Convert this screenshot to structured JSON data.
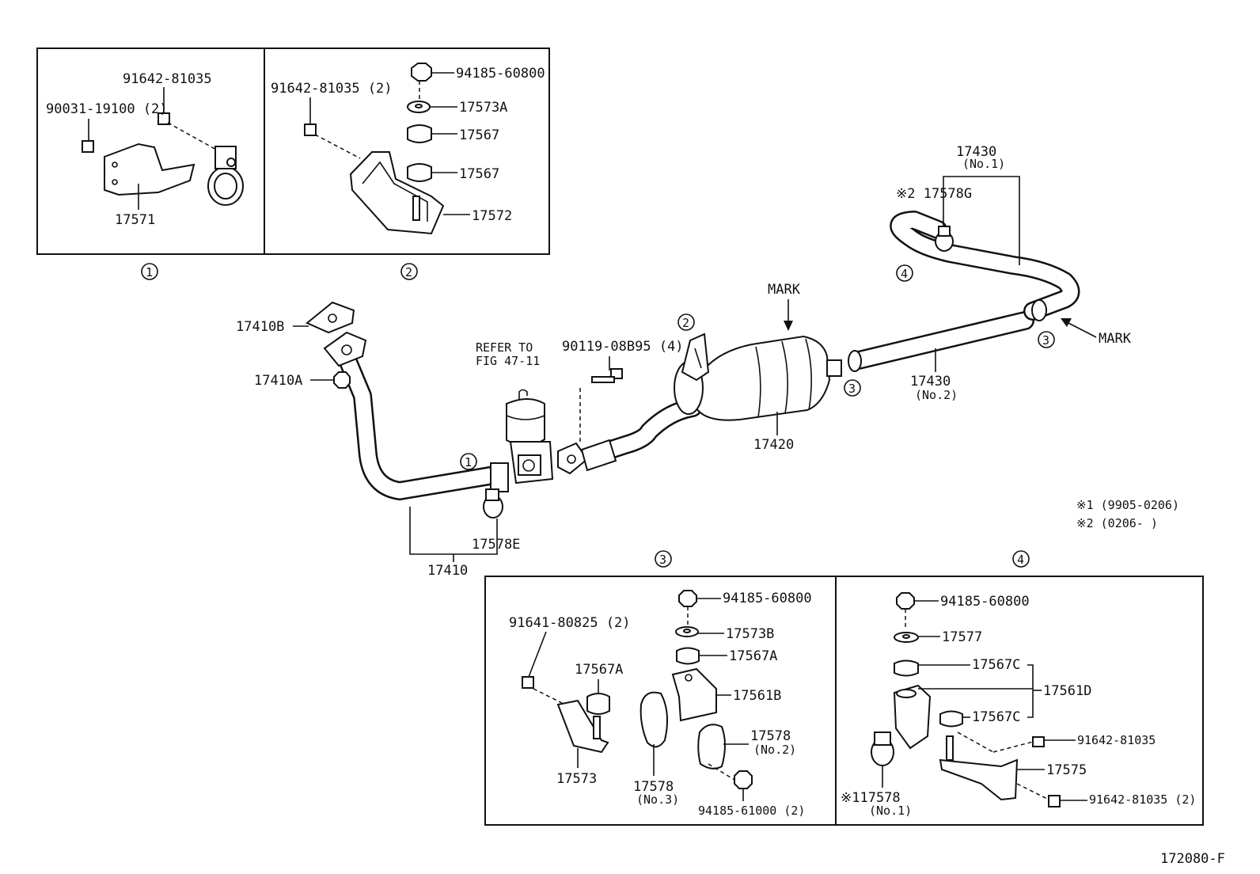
{
  "drawing_number": "172080-F",
  "refer_note": [
    "REFER TO",
    "FIG 47-11"
  ],
  "mark_label": "MARK",
  "callout_1": "1",
  "callout_2": "2",
  "callout_3": "3",
  "callout_4": "4",
  "notes": [
    "※1 (9905-0206)",
    "※2 (0206-       )"
  ],
  "box1": {
    "labels": [
      "91642-81035",
      "90031-19100 (2)",
      "17571"
    ]
  },
  "box2": {
    "labels": [
      "91642-81035 (2)",
      "94185-60800",
      "17573A",
      "17567",
      "17567",
      "17572"
    ]
  },
  "box3": {
    "labels": [
      "94185-60800",
      "17573B",
      "17567A",
      "91641-80825 (2)",
      "17567A",
      "17561B",
      "17578",
      "(No.2)",
      "17573",
      "17578",
      "(No.3)",
      "94185-61000 (2)"
    ]
  },
  "box4": {
    "labels": [
      "94185-60800",
      "17577",
      "17567C",
      "17561D",
      "17567C",
      "91642-81035",
      "17575",
      "※117578",
      "(No.1)",
      "91642-81035 (2)"
    ]
  },
  "main": {
    "labels": [
      "17410B",
      "17410A",
      "17410",
      "17578E",
      "90119-08B95 (4)",
      "17420",
      "17430",
      "(No.2)",
      "17430",
      "(No.1)",
      "※2 17578G"
    ]
  }
}
